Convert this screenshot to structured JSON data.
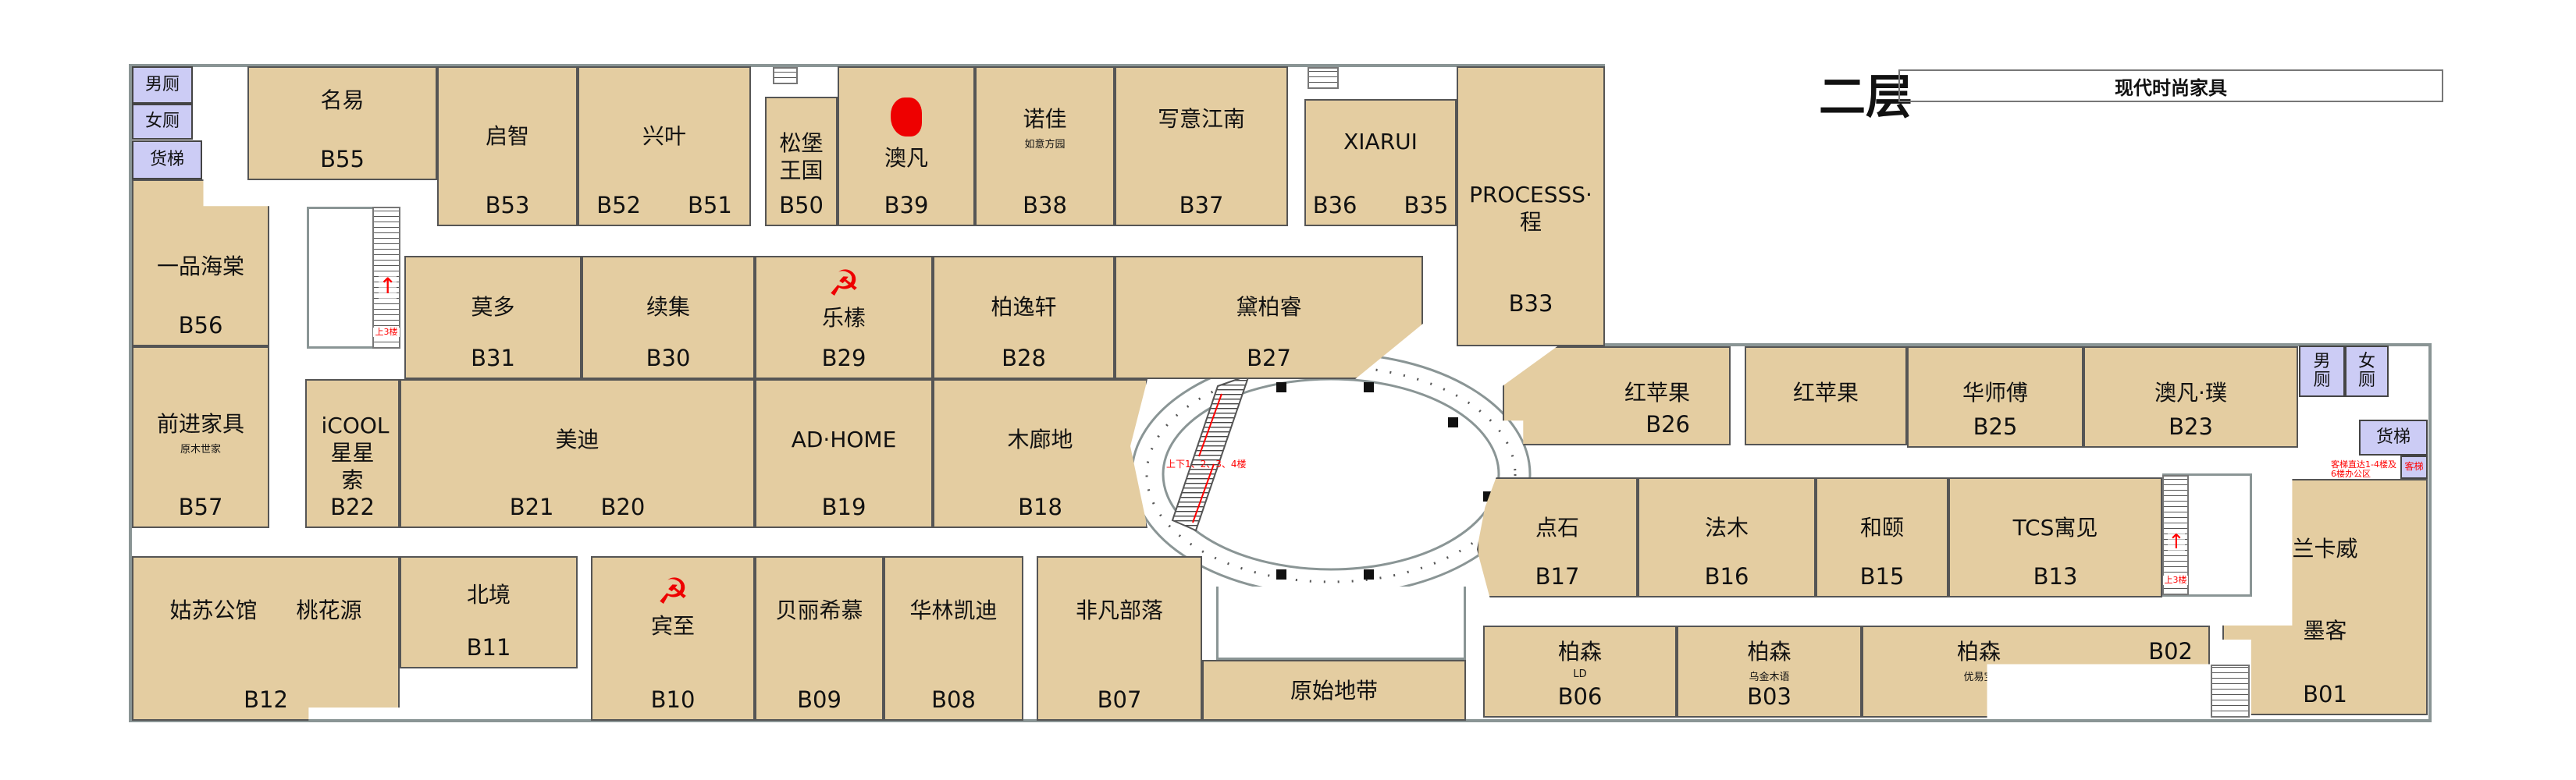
{
  "header": {
    "floor": "二层",
    "theme": "现代时尚家具"
  },
  "facilities": {
    "mens_restroom": "男厕",
    "womens_restroom": "女厕",
    "freight_elevator": "货梯",
    "passenger_elevator": "客梯",
    "elevator_note": "客梯直达1-4楼及6楼办公区",
    "escalator_note": "上下1、2、3、4楼",
    "stairs_up": "上3楼"
  },
  "colors": {
    "store": "#e4cda1",
    "facility": "#ccccf5",
    "annotation": "#ff0000"
  },
  "stores": [
    {
      "name": "名易",
      "codes": [
        "B55"
      ]
    },
    {
      "name": "启智",
      "codes": [
        "B53"
      ]
    },
    {
      "name": "兴叶",
      "codes": [
        "B52",
        "B51"
      ]
    },
    {
      "name": "松堡王国",
      "codes": [
        "B50"
      ]
    },
    {
      "name": "澳凡",
      "codes": [
        "B39"
      ]
    },
    {
      "name": "诺佳",
      "sub": "如意方园",
      "codes": [
        "B38"
      ]
    },
    {
      "name": "写意江南",
      "codes": [
        "B37"
      ]
    },
    {
      "name": "XIARUI",
      "codes": [
        "B36",
        "B35"
      ]
    },
    {
      "name": "PROCESSS·程",
      "codes": [
        "B33"
      ]
    },
    {
      "name": "一品海棠",
      "codes": [
        "B56"
      ]
    },
    {
      "name": "前进家具",
      "sub": "原木世家",
      "codes": [
        "B57"
      ]
    },
    {
      "name": "莫多",
      "codes": [
        "B31"
      ]
    },
    {
      "name": "续集",
      "codes": [
        "B30"
      ]
    },
    {
      "name": "乐榡",
      "codes": [
        "B29"
      ]
    },
    {
      "name": "柏逸轩",
      "codes": [
        "B28"
      ]
    },
    {
      "name": "黛柏睿",
      "codes": [
        "B27"
      ]
    },
    {
      "name": "iCOOL星星索",
      "codes": [
        "B22"
      ]
    },
    {
      "name": "美迪",
      "codes": [
        "B21",
        "B20"
      ]
    },
    {
      "name": "AD·HOME",
      "codes": [
        "B19"
      ]
    },
    {
      "name": "木廊地",
      "codes": [
        "B18"
      ]
    },
    {
      "name": "姑苏公馆",
      "name2": "桃花源",
      "codes": [
        "B12"
      ]
    },
    {
      "name": "北境",
      "codes": [
        "B11"
      ]
    },
    {
      "name": "宾至",
      "codes": [
        "B10"
      ]
    },
    {
      "name": "贝丽希慕",
      "codes": [
        "B09"
      ]
    },
    {
      "name": "华林凯迪",
      "codes": [
        "B08"
      ]
    },
    {
      "name": "非凡部落",
      "codes": [
        "B07"
      ]
    },
    {
      "name": "原始地带",
      "codes": []
    },
    {
      "name": "红苹果",
      "codes": [
        "B26"
      ]
    },
    {
      "name": "红苹果",
      "codes": []
    },
    {
      "name": "华师傅",
      "codes": [
        "B25"
      ]
    },
    {
      "name": "澳凡·璞",
      "codes": [
        "B23"
      ]
    },
    {
      "name": "点石",
      "codes": [
        "B17"
      ]
    },
    {
      "name": "法木",
      "codes": [
        "B16"
      ]
    },
    {
      "name": "和颐",
      "codes": [
        "B15"
      ]
    },
    {
      "name": "TCS寓见",
      "codes": [
        "B13"
      ]
    },
    {
      "name": "兰卡威",
      "name2": "墨客",
      "codes": [
        "B01"
      ]
    },
    {
      "name": "柏森",
      "sub": "LD",
      "codes": [
        "B06"
      ]
    },
    {
      "name": "柏森",
      "sub": "乌金木语",
      "codes": [
        "B03"
      ]
    },
    {
      "name": "柏森",
      "sub": "优易宝",
      "codes": [
        "B02"
      ]
    }
  ]
}
